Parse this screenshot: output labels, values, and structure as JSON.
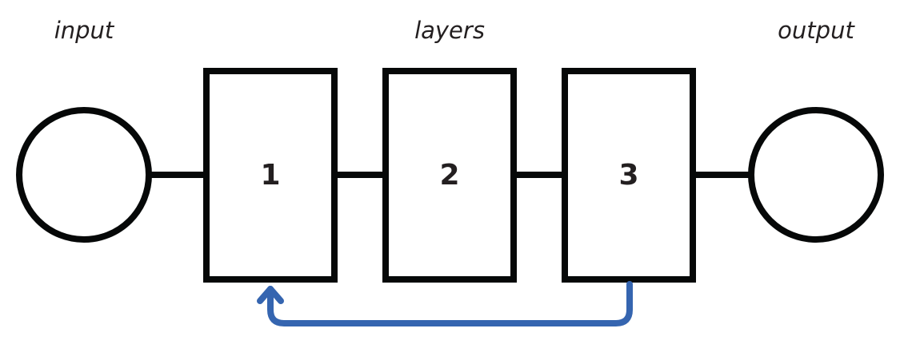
{
  "labels": {
    "input": "input",
    "layers": "layers",
    "output": "output"
  },
  "layers": [
    {
      "label": "1"
    },
    {
      "label": "2"
    },
    {
      "label": "3"
    }
  ],
  "colors": {
    "stroke": "#060808",
    "text": "#231f20",
    "feedback_arrow": "#3565b0",
    "background": "#ffffff"
  }
}
